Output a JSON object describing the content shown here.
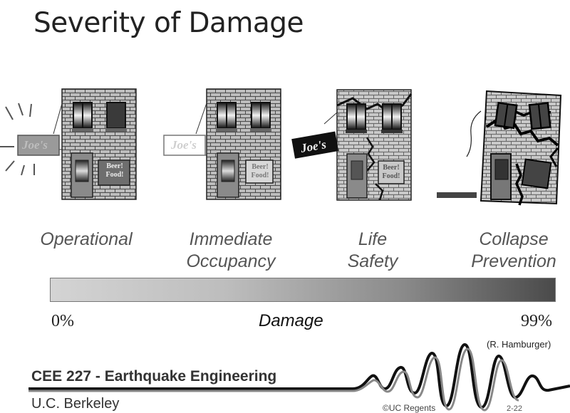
{
  "title": "Severity of Damage",
  "levels": [
    {
      "line1": "Operational",
      "line2": ""
    },
    {
      "line1": "Immediate",
      "line2": "Occupancy"
    },
    {
      "line1": "Life",
      "line2": "Safety"
    },
    {
      "line1": "Collapse",
      "line2": "Prevention"
    }
  ],
  "sign_text": "Joe's",
  "store_sign": {
    "line1": "Beer!",
    "line2": "Food!"
  },
  "damage_scale": {
    "min_label": "0%",
    "max_label": "99%",
    "axis_label": "Damage"
  },
  "credit": "(R. Hamburger)",
  "footer": {
    "course": "CEE 227 - Earthquake Engineering",
    "university": "U.C. Berkeley",
    "copyright": "©UC Regents",
    "slide_number": "2-22"
  },
  "colors": {
    "bar_start": "#d4d4d4",
    "bar_end": "#4a4a4a"
  }
}
